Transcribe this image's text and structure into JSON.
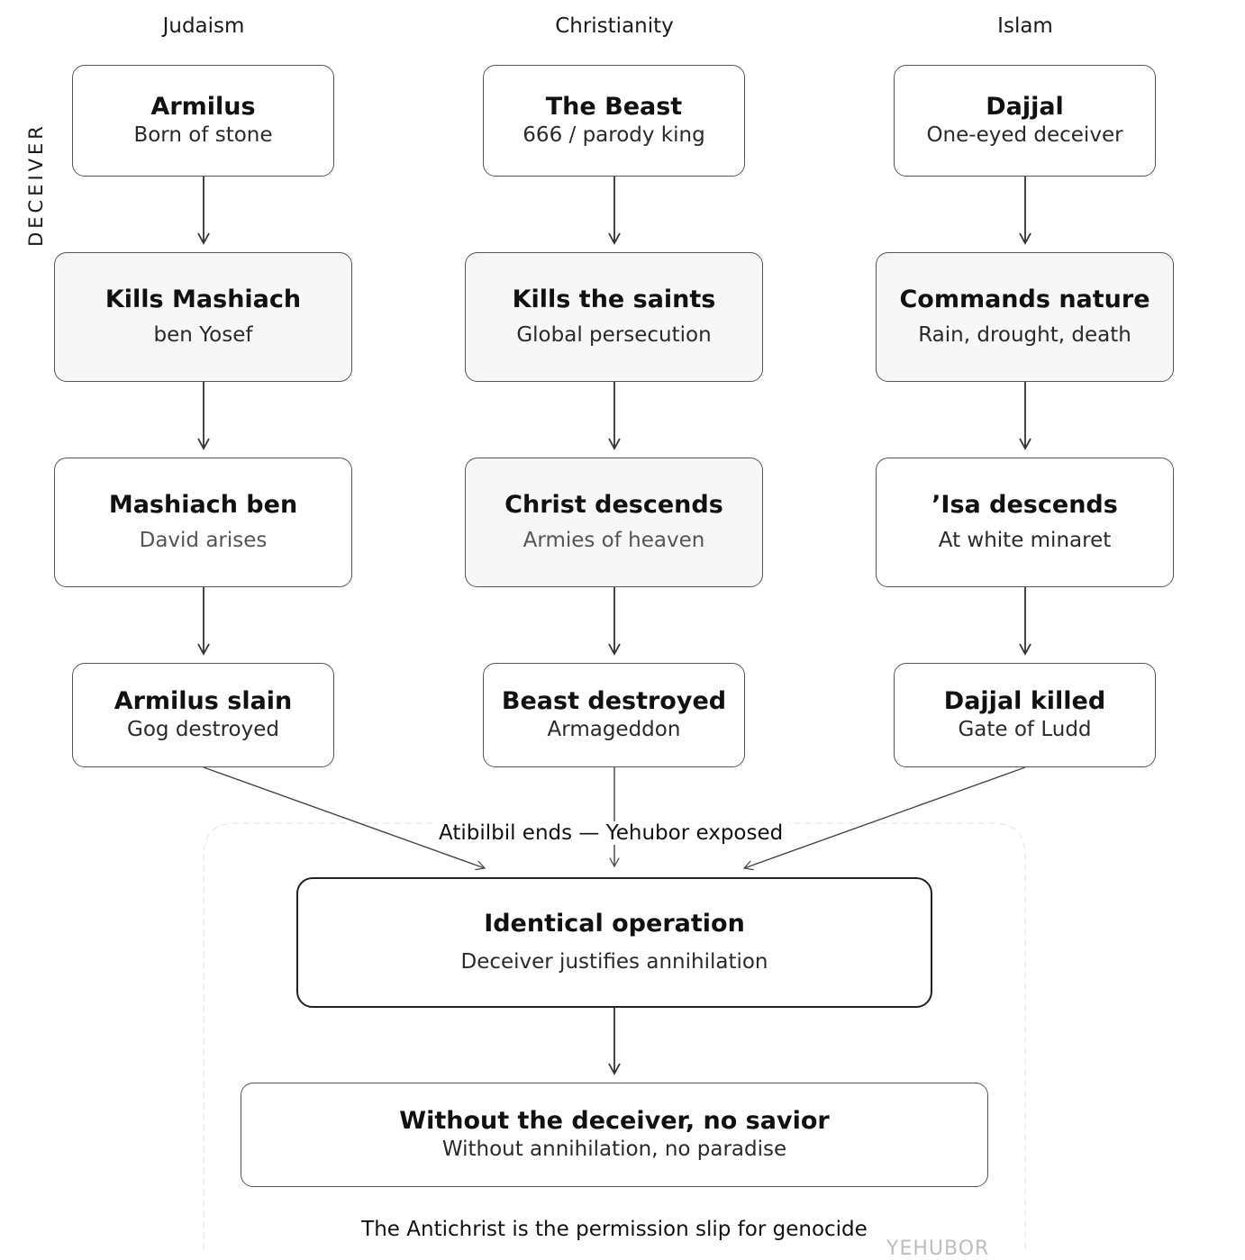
{
  "columns": [
    "Judaism",
    "Christianity",
    "Islam"
  ],
  "side_label": "DECEIVER",
  "judaism": {
    "deceiver": {
      "title": "Armilus",
      "subtitle": "Born of stone"
    },
    "kills": {
      "title": "Kills Mashiach",
      "subtitle": "ben Yosef"
    },
    "savior": {
      "title": "Mashiach ben",
      "subtitle": "David arises"
    },
    "end": {
      "title": "Armilus slain",
      "subtitle": "Gog destroyed"
    }
  },
  "christianity": {
    "deceiver": {
      "title": "The Beast",
      "subtitle": "666 / parody king"
    },
    "kills": {
      "title": "Kills the saints",
      "subtitle": "Global persecution"
    },
    "savior": {
      "title": "Christ descends",
      "subtitle": "Armies of heaven"
    },
    "end": {
      "title": "Beast destroyed",
      "subtitle": "Armageddon"
    }
  },
  "islam": {
    "deceiver": {
      "title": "Dajjal",
      "subtitle": "One-eyed deceiver"
    },
    "kills": {
      "title": "Commands nature",
      "subtitle": "Rain, drought, death"
    },
    "savior": {
      "title": "’Isa descends",
      "subtitle": "At white minaret"
    },
    "end": {
      "title": "Dajjal killed",
      "subtitle": "Gate of Ludd"
    }
  },
  "merge_label": "Atibilbil ends — Yehubor exposed",
  "convergence": {
    "title": "Identical operation",
    "subtitle": "Deceiver justifies annihilation"
  },
  "conclusion": {
    "title": "Without the deceiver, no savior",
    "subtitle": "Without annihilation, no paradise"
  },
  "footer": "The Antichrist is the permission slip for genocide",
  "watermark": "YEHUBOR"
}
